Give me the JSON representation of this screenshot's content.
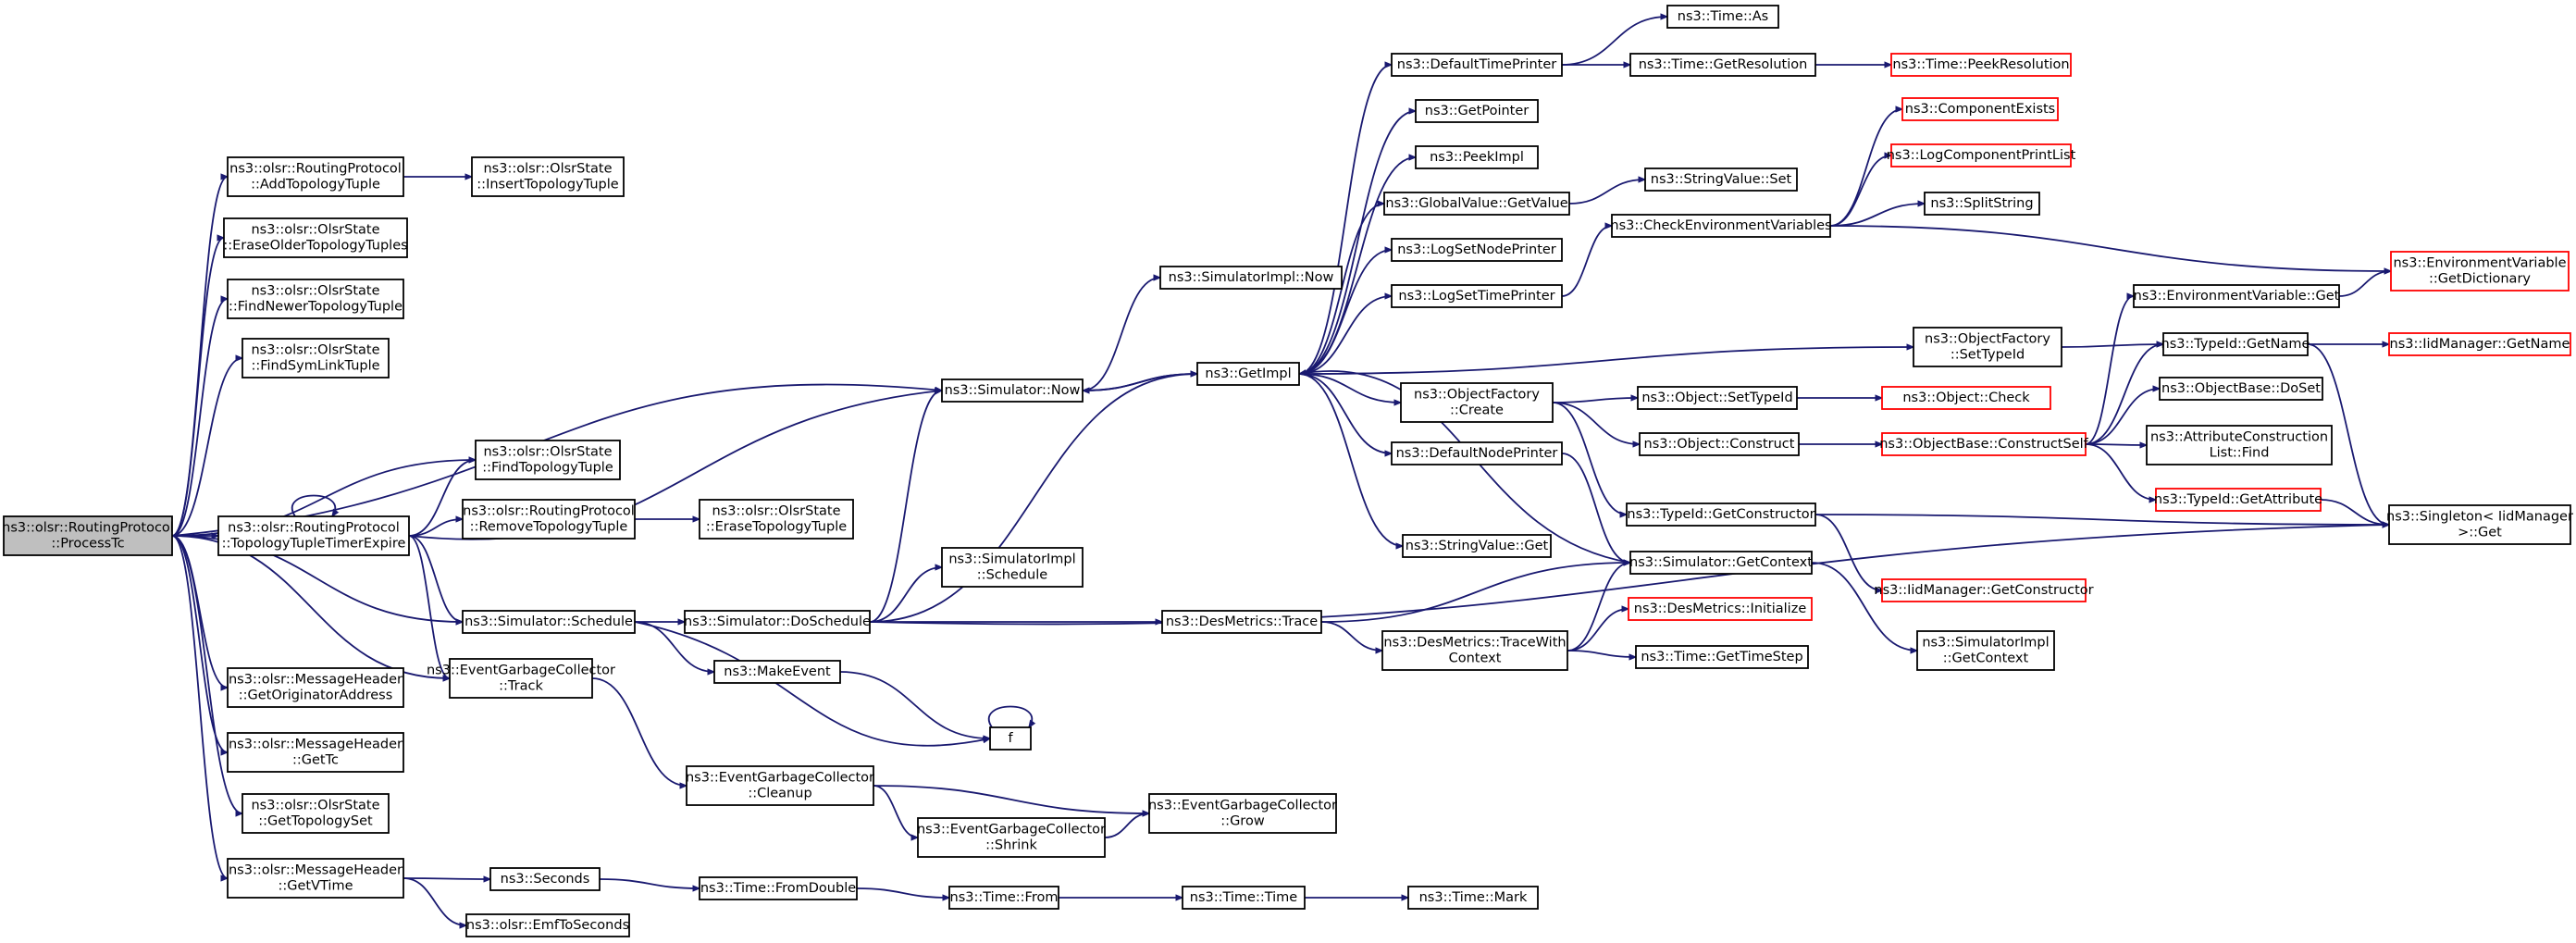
{
  "diagram": {
    "colors": {
      "edge": "#191970",
      "node_border": "#000000",
      "truncated_border": "#ff0000",
      "root_fill": "#bfbfbf",
      "node_fill": "#ffffff"
    },
    "nodes": [
      {
        "id": "processtc",
        "lines": [
          "ns3::olsr::RoutingProtocol",
          "::ProcessTc"
        ],
        "style": "root"
      },
      {
        "id": "addtopologytuple",
        "lines": [
          "ns3::olsr::RoutingProtocol",
          "::AddTopologyTuple"
        ]
      },
      {
        "id": "inserttopologytuple",
        "lines": [
          "ns3::olsr::OlsrState",
          "::InsertTopologyTuple"
        ]
      },
      {
        "id": "eraseoldertopologytuples",
        "lines": [
          "ns3::olsr::OlsrState",
          "::EraseOlderTopologyTuples"
        ]
      },
      {
        "id": "findnewertopologytuple",
        "lines": [
          "ns3::olsr::OlsrState",
          "::FindNewerTopologyTuple"
        ]
      },
      {
        "id": "findsymlinktuple",
        "lines": [
          "ns3::olsr::OlsrState",
          "::FindSymLinkTuple"
        ]
      },
      {
        "id": "findtopologytuple",
        "lines": [
          "ns3::olsr::OlsrState",
          "::FindTopologyTuple"
        ]
      },
      {
        "id": "topologytupletimerexpire",
        "lines": [
          "ns3::olsr::RoutingProtocol",
          "::TopologyTupleTimerExpire"
        ]
      },
      {
        "id": "removetopologytuple",
        "lines": [
          "ns3::olsr::RoutingProtocol",
          "::RemoveTopologyTuple"
        ]
      },
      {
        "id": "erasetopologytuple",
        "lines": [
          "ns3::olsr::OlsrState",
          "::EraseTopologyTuple"
        ]
      },
      {
        "id": "simulatorschedule",
        "lines": [
          "ns3::Simulator::Schedule"
        ]
      },
      {
        "id": "egctrack",
        "lines": [
          "ns3::EventGarbageCollector",
          "::Track"
        ]
      },
      {
        "id": "getoriginatoraddress",
        "lines": [
          "ns3::olsr::MessageHeader",
          "::GetOriginatorAddress"
        ]
      },
      {
        "id": "gettc",
        "lines": [
          "ns3::olsr::MessageHeader",
          "::GetTc"
        ]
      },
      {
        "id": "gettopologyset",
        "lines": [
          "ns3::olsr::OlsrState",
          "::GetTopologySet"
        ]
      },
      {
        "id": "getvtime",
        "lines": [
          "ns3::olsr::MessageHeader",
          "::GetVTime"
        ]
      },
      {
        "id": "seconds",
        "lines": [
          "ns3::Seconds"
        ]
      },
      {
        "id": "emftoseconds",
        "lines": [
          "ns3::olsr::EmfToSeconds"
        ]
      },
      {
        "id": "fromdouble",
        "lines": [
          "ns3::Time::FromDouble"
        ]
      },
      {
        "id": "timefrom",
        "lines": [
          "ns3::Time::From"
        ]
      },
      {
        "id": "timetime",
        "lines": [
          "ns3::Time::Time"
        ]
      },
      {
        "id": "timemark",
        "lines": [
          "ns3::Time::Mark"
        ]
      },
      {
        "id": "egccleanup",
        "lines": [
          "ns3::EventGarbageCollector",
          "::Cleanup"
        ]
      },
      {
        "id": "egcshrink",
        "lines": [
          "ns3::EventGarbageCollector",
          "::Shrink"
        ]
      },
      {
        "id": "egcgrow",
        "lines": [
          "ns3::EventGarbageCollector",
          "::Grow"
        ]
      },
      {
        "id": "simulatornow",
        "lines": [
          "ns3::Simulator::Now"
        ]
      },
      {
        "id": "simulatorimplnow",
        "lines": [
          "ns3::SimulatorImpl::Now"
        ]
      },
      {
        "id": "doschedule",
        "lines": [
          "ns3::Simulator::DoSchedule"
        ]
      },
      {
        "id": "makeevent",
        "lines": [
          "ns3::MakeEvent"
        ]
      },
      {
        "id": "f",
        "lines": [
          "f"
        ]
      },
      {
        "id": "simulatorimplschedule",
        "lines": [
          "ns3::SimulatorImpl",
          "::Schedule"
        ]
      },
      {
        "id": "getimpl",
        "lines": [
          "ns3::GetImpl"
        ]
      },
      {
        "id": "desmetricstrace",
        "lines": [
          "ns3::DesMetrics::Trace"
        ]
      },
      {
        "id": "desmetricstracewithcontext",
        "lines": [
          "ns3::DesMetrics::TraceWith",
          "Context"
        ]
      },
      {
        "id": "desmetricsinitialize",
        "lines": [
          "ns3::DesMetrics::Initialize"
        ],
        "style": "red"
      },
      {
        "id": "gettimestep",
        "lines": [
          "ns3::Time::GetTimeStep"
        ]
      },
      {
        "id": "defaulttimeprinter",
        "lines": [
          "ns3::DefaultTimePrinter"
        ]
      },
      {
        "id": "timeas",
        "lines": [
          "ns3::Time::As"
        ]
      },
      {
        "id": "getresolution",
        "lines": [
          "ns3::Time::GetResolution"
        ]
      },
      {
        "id": "peekresolution",
        "lines": [
          "ns3::Time::PeekResolution"
        ],
        "style": "red"
      },
      {
        "id": "getpointer",
        "lines": [
          "ns3::GetPointer"
        ]
      },
      {
        "id": "peekimpl",
        "lines": [
          "ns3::PeekImpl"
        ]
      },
      {
        "id": "globalvaluegetvalue",
        "lines": [
          "ns3::GlobalValue::GetValue"
        ]
      },
      {
        "id": "stringvalueset",
        "lines": [
          "ns3::StringValue::Set"
        ]
      },
      {
        "id": "logsetnodeprinter",
        "lines": [
          "ns3::LogSetNodePrinter"
        ]
      },
      {
        "id": "logsettimeprinter",
        "lines": [
          "ns3::LogSetTimePrinter"
        ]
      },
      {
        "id": "checkenvironmentvariables",
        "lines": [
          "ns3::CheckEnvironmentVariables"
        ]
      },
      {
        "id": "componentexists",
        "lines": [
          "ns3::ComponentExists"
        ],
        "style": "red"
      },
      {
        "id": "logcomponentprintlist",
        "lines": [
          "ns3::LogComponentPrintList"
        ],
        "style": "red"
      },
      {
        "id": "splitstring",
        "lines": [
          "ns3::SplitString"
        ]
      },
      {
        "id": "envgetdictionary",
        "lines": [
          "ns3::EnvironmentVariable",
          "::GetDictionary"
        ],
        "style": "red"
      },
      {
        "id": "envget",
        "lines": [
          "ns3::EnvironmentVariable::Get"
        ]
      },
      {
        "id": "objectfactorysettypeid",
        "lines": [
          "ns3::ObjectFactory",
          "::SetTypeId"
        ]
      },
      {
        "id": "typeidgetname",
        "lines": [
          "ns3::TypeId::GetName"
        ]
      },
      {
        "id": "iidmanagergetname",
        "lines": [
          "ns3::IidManager::GetName"
        ],
        "style": "red"
      },
      {
        "id": "objectfactorycreate",
        "lines": [
          "ns3::ObjectFactory",
          "::Create"
        ]
      },
      {
        "id": "objectsettypeid",
        "lines": [
          "ns3::Object::SetTypeId"
        ]
      },
      {
        "id": "objectcheck",
        "lines": [
          "ns3::Object::Check"
        ],
        "style": "red"
      },
      {
        "id": "objectconstruct",
        "lines": [
          "ns3::Object::Construct"
        ]
      },
      {
        "id": "constructself",
        "lines": [
          "ns3::ObjectBase::ConstructSelf"
        ],
        "style": "red"
      },
      {
        "id": "objectbasedoset",
        "lines": [
          "ns3::ObjectBase::DoSet"
        ]
      },
      {
        "id": "attrconstructionlistfind",
        "lines": [
          "ns3::AttributeConstruction",
          "List::Find"
        ]
      },
      {
        "id": "typeidgetattribute",
        "lines": [
          "ns3::TypeId::GetAttribute"
        ],
        "style": "red"
      },
      {
        "id": "singletonget",
        "lines": [
          "ns3::Singleton< IidManager",
          " >::Get"
        ]
      },
      {
        "id": "defaultnodeprinter",
        "lines": [
          "ns3::DefaultNodePrinter"
        ]
      },
      {
        "id": "typeidgetconstructor",
        "lines": [
          "ns3::TypeId::GetConstructor"
        ]
      },
      {
        "id": "iidmanagergetconstructor",
        "lines": [
          "ns3::IidManager::GetConstructor"
        ],
        "style": "red"
      },
      {
        "id": "simulatorgetcontext",
        "lines": [
          "ns3::Simulator::GetContext"
        ]
      },
      {
        "id": "simulatorimplgetcontext",
        "lines": [
          "ns3::SimulatorImpl",
          "::GetContext"
        ]
      },
      {
        "id": "stringvalueget",
        "lines": [
          "ns3::StringValue::Get"
        ]
      }
    ]
  }
}
